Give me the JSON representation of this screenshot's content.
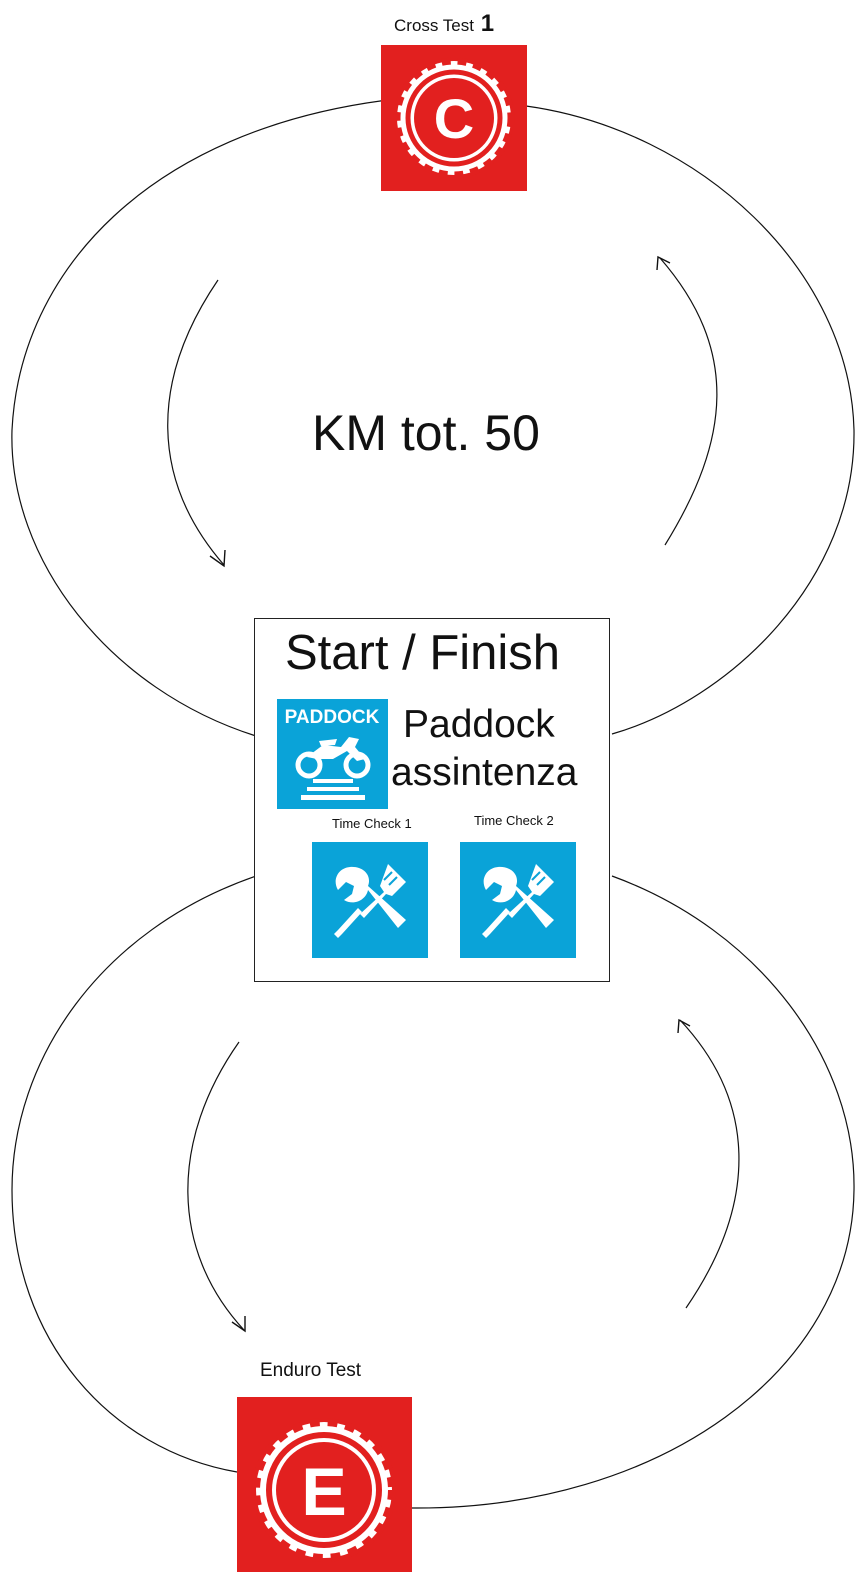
{
  "cross_test": {
    "label": "Cross Test",
    "number": "1",
    "letter": "C"
  },
  "total": {
    "text": "KM tot. 50"
  },
  "start_finish": {
    "title": "Start / Finish",
    "paddock_badge": "PADDOCK",
    "paddock_line1": "Paddock",
    "paddock_line2": "assintenza",
    "time_check_1": "Time Check 1",
    "time_check_2": "Time Check 2"
  },
  "enduro_test": {
    "label": "Enduro Test",
    "letter": "E"
  },
  "colors": {
    "test_red": "#e2201f",
    "paddock_blue": "#0aa3d8",
    "line": "#111111",
    "white": "#ffffff"
  },
  "icons": {
    "cross": "gear-c-icon",
    "enduro": "gear-e-icon",
    "paddock": "motorbike-icon",
    "time_check": "wrench-screwdriver-icon"
  }
}
